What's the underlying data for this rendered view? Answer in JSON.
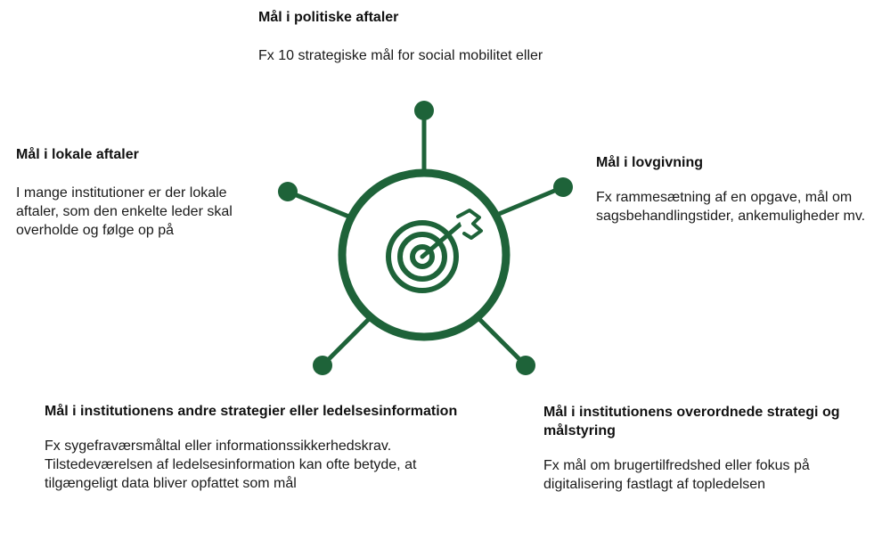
{
  "colors": {
    "accent": "#1e6339",
    "text": "#1a1a1a"
  },
  "icons": {
    "center": "target-with-arrow-icon",
    "node": "node-dot-icon"
  },
  "center": {
    "icon": "target-with-arrow-icon"
  },
  "blocks": {
    "top": {
      "title": "Mål i politiske aftaler",
      "body": "Fx 10 strategiske mål for social mobilitet eller"
    },
    "left": {
      "title": "Mål i lokale aftaler",
      "body": "I mange institutioner er der lokale aftaler, som den enkelte leder skal overholde og følge op på"
    },
    "right": {
      "title": "Mål i lovgivning",
      "body": "Fx rammesætning af en opgave, mål om sagsbehandlingstider, ankemuligheder mv."
    },
    "bottom_left": {
      "title": "Mål i institutionens andre strategier eller ledelsesinformation",
      "body": "Fx sygefraværsmåltal eller informationssikkerhedskrav. Tilstedeværelsen af ledelsesinformation kan ofte betyde, at tilgængeligt data bliver opfattet som mål"
    },
    "bottom_right": {
      "title": "Mål i institutionens overordnede strategi og målstyring",
      "body": "Fx mål om brugertilfredshed eller fokus på digitalisering fastlagt af topledelsen"
    }
  }
}
